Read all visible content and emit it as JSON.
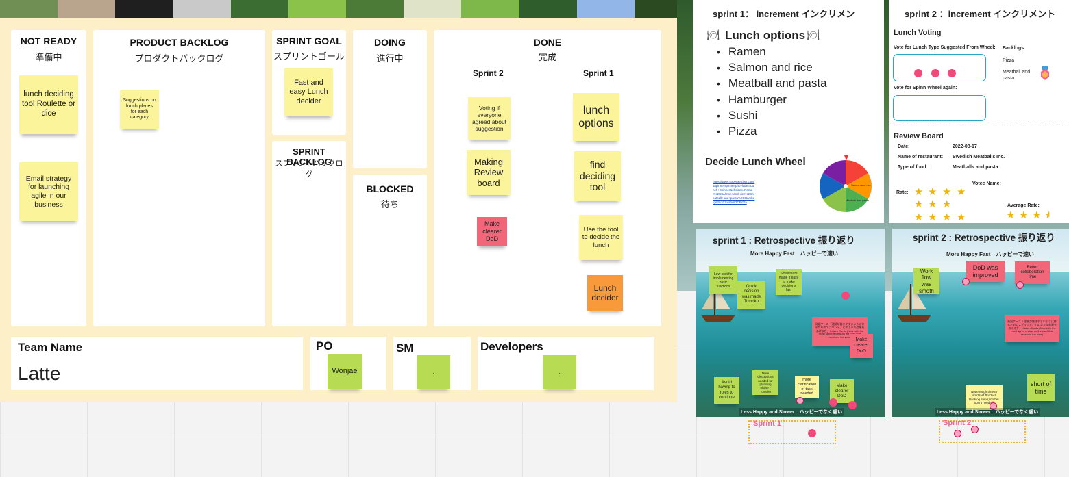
{
  "board": {
    "columns": {
      "not_ready": {
        "title": "NOT READY",
        "subtitle": "準備中"
      },
      "product_backlog": {
        "title": "PRODUCT BACKLOG",
        "subtitle": "プロダクトバックログ"
      },
      "sprint_goal": {
        "title": "SPRINT GOAL",
        "subtitle": "スプリントゴール"
      },
      "sprint_backlog": {
        "title": "SPRINT BACKLOG",
        "subtitle": "スプリントバックログ"
      },
      "doing": {
        "title": "DOING",
        "subtitle": "進行中"
      },
      "blocked": {
        "title": "BLOCKED",
        "subtitle": "待ち"
      },
      "done": {
        "title": "DONE",
        "subtitle": "完成"
      }
    },
    "notes": {
      "lunch_roulette": "lunch deciding tool Roulette or dice",
      "email_strategy": "Email strategy for launching agile in our business",
      "suggestions": "Suggestions on lunch places for each category",
      "sprint_goal": "Fast and easy Lunch decider",
      "voting": "Voting if everyone agreed about suggestion",
      "review_board": "Making Review board",
      "make_clearer_dod": "Make clearer DoD",
      "lunch_options": "lunch options",
      "find_tool": "find deciding tool",
      "use_tool": "Use the tool to decide the lunch",
      "lunch_decider": "Lunch decider"
    },
    "done_sprints": {
      "sprint2": "Sprint 2",
      "sprint1": "Sprint 1"
    },
    "team": {
      "team_label": "Team Name",
      "team_value": "Latte",
      "po_label": "PO",
      "po_note": "Wonjae",
      "sm_label": "SM",
      "sm_note": ".",
      "dev_label": "Developers",
      "dev_note": "."
    }
  },
  "sprint1": {
    "title": "sprint 1： increment インクリメン",
    "lunch_heading": "Lunch options",
    "lunch_list": [
      "Ramen",
      "Salmon and rice",
      "Meatball and pasta",
      "Hamburger",
      "Sushi",
      "Pizza"
    ],
    "wheel_heading": "Decide Lunch Wheel",
    "wheel_link": "https://www.superteacher.com/sapinnerspinner.php?label=Lunch+Spinner&choices=Ramen%2CSalmon+and+rice%2CMeatball+and+pasta%2CHamburger%2CSushi%2CPizza",
    "wheel_slices": [
      {
        "color": "#f44336",
        "label": ""
      },
      {
        "color": "#ff9800",
        "label": "Salmon and rice"
      },
      {
        "color": "#4caf50",
        "label": "Meatball and pasta"
      },
      {
        "color": "#8bc34a",
        "label": ""
      },
      {
        "color": "#1565c0",
        "label": ""
      },
      {
        "color": "#7b1fa2",
        "label": ""
      }
    ]
  },
  "sprint2": {
    "title": "sprint 2 ：increment インクリメント",
    "lunch_voting": "Lunch Voting",
    "vote_type_label": "Vote for Lunch Type Suggested From Wheel:",
    "vote_wheel_label": "Vote for Spinn Wheel again:",
    "backlogs_label": "Backlogs:",
    "backlog_items": [
      "Pizza",
      "Meatball and pasta"
    ],
    "review": {
      "heading": "Review Board",
      "date_label": "Date:",
      "date_value": "2022-08-17",
      "restaurant_label": "Name of restaurant:",
      "restaurant_value": "Swedish Meatballs Inc.",
      "food_label": "Type of food:",
      "food_value": "Meatballs and pasta",
      "votee_label": "Votee Name:",
      "rate_label": "Rate:",
      "avg_label": "Average Rate:",
      "rate": 4,
      "average_rate": 3.5
    }
  },
  "retro1": {
    "title": "sprint 1 : Retrospective 振り返り",
    "top_hint": "More Happy Fast　ハッピーで速い",
    "bottom_hint": "Less Happy and Slower　ハッピーでなく遅い",
    "notes": {
      "low_cost": "Low cost for implementing basic functions",
      "quick_decision": "Quick decision was made Tomoko",
      "small_team": "Small team made it easy to make decisions fast",
      "avoid_roles": "Avoid having to roles to continue",
      "more_discussions": "More discussions needed for planning phase - Tomoko",
      "more_clarification": "more clarification of task needed",
      "make_clearer": "Make clearer DoD",
      "make_clearer2": "Make clearer DoD",
      "jp_note": "発展ケース「理解が働きやすいように作るためのスプリント、どのような効果をあげるか」Kaizen Cards (Now with the most sprint review on the card that received the vote)"
    },
    "label": "Sprint 1"
  },
  "retro2": {
    "title": "sprint 2 : Retrospective 振り返り",
    "top_hint": "More Happy Fast　ハッピーで速い",
    "bottom_hint": "Less Happy and Slower　ハッピーでなく遅い",
    "notes": {
      "work_flow": "Work flow was smoth",
      "dod_improved": "DoD was improved",
      "better_collab": "Better collaboration time",
      "not_enough_time": "Not enough time to start last Product Backlog item (another Sprint needed)",
      "short_time": "short of time",
      "jp_note": "発展ケース「理解が働きやすいように作るためのスプリント、どのような効果をあげるか」Kaizen Cards (Now with the most sprint review on the card that received the vote)"
    },
    "label": "Sprint 2"
  }
}
